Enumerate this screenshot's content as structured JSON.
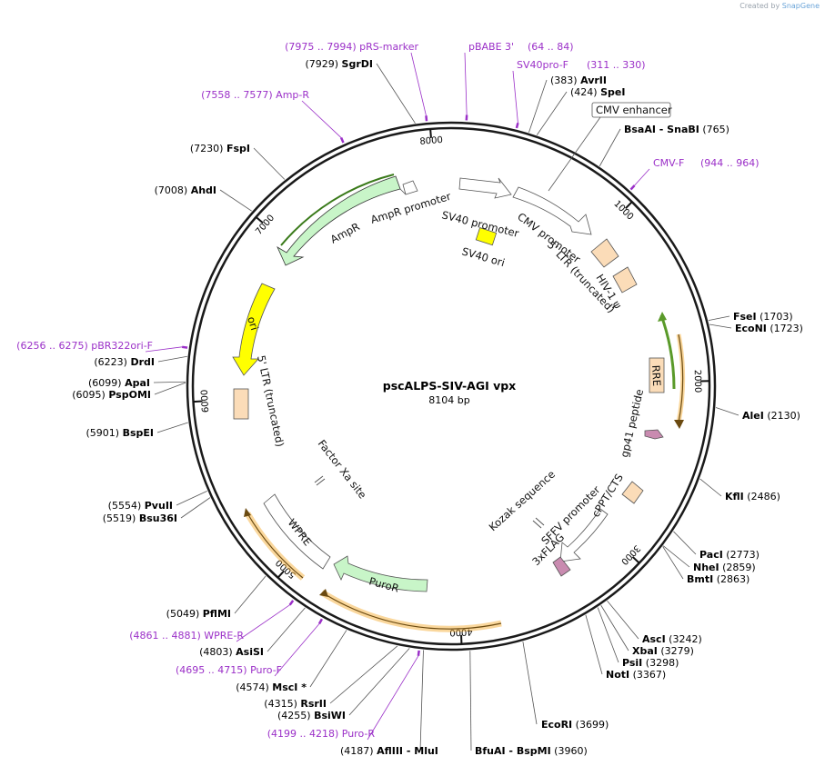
{
  "credit": {
    "prefix": "Created by",
    "brand": "SnapGene"
  },
  "plasmid": {
    "name": "pscALPS-SIV-AGI vpx",
    "length_label": "8104 bp",
    "length": 8104
  },
  "ticks": [
    {
      "bp": 1000,
      "label": "1000"
    },
    {
      "bp": 2000,
      "label": "2000"
    },
    {
      "bp": 3000,
      "label": "3000"
    },
    {
      "bp": 4000,
      "label": "4000"
    },
    {
      "bp": 5000,
      "label": "5000"
    },
    {
      "bp": 6000,
      "label": "6000"
    },
    {
      "bp": 7000,
      "label": "7000"
    },
    {
      "bp": 8000,
      "label": "8000"
    }
  ],
  "sites": [
    {
      "pos": "(7929)",
      "name": "SgrDI",
      "bp": 7929,
      "color": "black"
    },
    {
      "pos": "(383)",
      "name": "AvrII",
      "bp": 383,
      "color": "black"
    },
    {
      "pos": "(424)",
      "name": "SpeI",
      "bp": 424,
      "color": "black"
    },
    {
      "pos": "",
      "name": "BsaAI  - SnaBI",
      "suffix": "(765)",
      "bp": 765,
      "color": "black"
    },
    {
      "pos": "(7230)",
      "name": "FspI",
      "bp": 7230,
      "color": "black"
    },
    {
      "pos": "(7008)",
      "name": "AhdI",
      "bp": 7008,
      "color": "black"
    },
    {
      "pos": "",
      "name": "FseI",
      "suffix": "(1703)",
      "bp": 1703,
      "color": "black"
    },
    {
      "pos": "",
      "name": "EcoNI",
      "suffix": "(1723)",
      "bp": 1723,
      "color": "black"
    },
    {
      "pos": "(6223)",
      "name": "DrdI",
      "bp": 6223,
      "color": "black"
    },
    {
      "pos": "(6099)",
      "name": "ApaI",
      "bp": 6099,
      "color": "black"
    },
    {
      "pos": "(6095)",
      "name": "PspOMI",
      "bp": 6095,
      "color": "black"
    },
    {
      "pos": "",
      "name": "AleI",
      "suffix": "(2130)",
      "bp": 2130,
      "color": "black"
    },
    {
      "pos": "(5901)",
      "name": "BspEI",
      "bp": 5901,
      "color": "black"
    },
    {
      "pos": "",
      "name": "KflI",
      "suffix": "(2486)",
      "bp": 2486,
      "color": "black"
    },
    {
      "pos": "(5554)",
      "name": "PvuII",
      "bp": 5554,
      "color": "black"
    },
    {
      "pos": "(5519)",
      "name": "Bsu36I",
      "bp": 5519,
      "color": "black"
    },
    {
      "pos": "",
      "name": "PacI",
      "suffix": "(2773)",
      "bp": 2773,
      "color": "black"
    },
    {
      "pos": "",
      "name": "NheI",
      "suffix": "(2859)",
      "bp": 2859,
      "color": "black"
    },
    {
      "pos": "",
      "name": "BmtI",
      "suffix": "(2863)",
      "bp": 2863,
      "color": "black"
    },
    {
      "pos": "(5049)",
      "name": "PflMI",
      "bp": 5049,
      "color": "black"
    },
    {
      "pos": "",
      "name": "AscI",
      "suffix": "(3242)",
      "bp": 3242,
      "color": "black"
    },
    {
      "pos": "",
      "name": "XbaI",
      "suffix": "(3279)",
      "bp": 3279,
      "color": "black"
    },
    {
      "pos": "",
      "name": "PsiI",
      "suffix": "(3298)",
      "bp": 3298,
      "color": "black"
    },
    {
      "pos": "",
      "name": "NotI",
      "suffix": "(3367)",
      "bp": 3367,
      "color": "black"
    },
    {
      "pos": "(4803)",
      "name": "AsiSI",
      "bp": 4803,
      "color": "black"
    },
    {
      "pos": "(4574)",
      "name": "MscI *",
      "bp": 4574,
      "color": "black"
    },
    {
      "pos": "(4315)",
      "name": "RsrII",
      "bp": 4315,
      "color": "black"
    },
    {
      "pos": "(4255)",
      "name": "BsiWI",
      "bp": 4255,
      "color": "black"
    },
    {
      "pos": "",
      "name": "EcoRI",
      "suffix": "(3699)",
      "bp": 3699,
      "color": "black"
    },
    {
      "pos": "(4187)",
      "name": "AflIII  - MluI",
      "bp": 4187,
      "color": "black"
    },
    {
      "pos": "",
      "name": "BfuAI  - BspMI",
      "suffix": "(3960)",
      "bp": 3960,
      "color": "black"
    }
  ],
  "primers": [
    {
      "text": "(7975 .. 7994)  pRS-marker",
      "bp": 7985
    },
    {
      "text": "pBABE 3'",
      "bp": 74
    },
    {
      "text": "(64 .. 84)",
      "bp": 74
    },
    {
      "text": "SV40pro-F",
      "bp": 320
    },
    {
      "text": "(311 .. 330)",
      "bp": 320
    },
    {
      "text": "(7558 .. 7577)  Amp-R",
      "bp": 7567
    },
    {
      "text": "CMV-F",
      "bp": 954
    },
    {
      "text": "(944 .. 964)",
      "bp": 954
    },
    {
      "text": "(6256 .. 6275)  pBR322ori-F",
      "bp": 6265
    },
    {
      "text": "(4861 .. 4881)  WPRE-R",
      "bp": 4871
    },
    {
      "text": "(4695 .. 4715)  Puro-F",
      "bp": 4705
    },
    {
      "text": "(4199 .. 4218)  Puro-R",
      "bp": 4208
    }
  ],
  "features": [
    {
      "label": "CMV enhancer",
      "boxed": true
    },
    {
      "label": "SV40 promoter"
    },
    {
      "label": "CMV promoter"
    },
    {
      "label": "5' LTR (truncated)"
    },
    {
      "label": "HIV-1 ψ"
    },
    {
      "label": "SV40 ori"
    },
    {
      "label": "AmpR promoter"
    },
    {
      "label": "AmpR"
    },
    {
      "label": "ori"
    },
    {
      "label": "RRE"
    },
    {
      "label": "gp41 peptide"
    },
    {
      "label": "cPPT/CTS"
    },
    {
      "label": "Kozak sequence"
    },
    {
      "label": "SFFV promoter"
    },
    {
      "label": "3xFLAG"
    },
    {
      "label": "Factor Xa site"
    },
    {
      "label": "WPRE"
    },
    {
      "label": "PuroR"
    },
    {
      "label": "5' LTR (truncated)"
    }
  ],
  "colors": {
    "ring": "#1a1a1a",
    "primer": "#9b30c8",
    "amp": "#c8f5c8",
    "ori": "#ffff00",
    "ltr": "#fbdcb8",
    "orange": "#f5a623",
    "pink": "#c98bb0"
  }
}
